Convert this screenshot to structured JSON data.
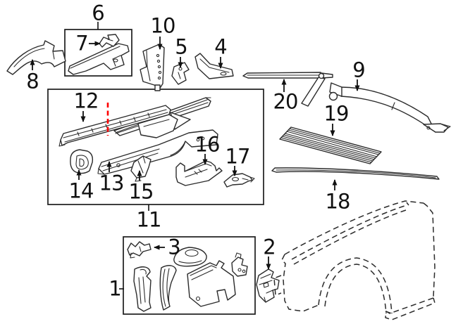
{
  "diagram": {
    "type": "exploded-parts-diagram",
    "description": "Automotive front fender / structural apron components line-art parts diagram",
    "colors": {
      "background": "#ffffff",
      "line": "#2b2b2b",
      "label": "#111111",
      "highlight_red": "#fe0000"
    },
    "callouts": {
      "c1": {
        "label": "1"
      },
      "c2": {
        "label": "2"
      },
      "c3": {
        "label": "3"
      },
      "c4": {
        "label": "4"
      },
      "c5": {
        "label": "5"
      },
      "c6": {
        "label": "6"
      },
      "c7": {
        "label": "7"
      },
      "c8": {
        "label": "8"
      },
      "c9": {
        "label": "9"
      },
      "c10": {
        "label": "10"
      },
      "c11": {
        "label": "11"
      },
      "c12": {
        "label": "12"
      },
      "c13": {
        "label": "13"
      },
      "c14": {
        "label": "14"
      },
      "c15": {
        "label": "15"
      },
      "c16": {
        "label": "16"
      },
      "c17": {
        "label": "17"
      },
      "c18": {
        "label": "18"
      },
      "c19": {
        "label": "19"
      },
      "c20": {
        "label": "20"
      }
    },
    "groups": [
      {
        "box_label": "6",
        "contains": [
          "7"
        ]
      },
      {
        "box_label": "11",
        "contains": [
          "12",
          "13",
          "14",
          "15",
          "16",
          "17"
        ]
      },
      {
        "box_label": "1",
        "contains": [
          "3"
        ]
      }
    ],
    "highlight_marker": {
      "style": "vertical-dashed-line",
      "color": "#fe0000",
      "on_part": "12"
    },
    "reference_outline": "front fender shown dashed (reference only)"
  }
}
